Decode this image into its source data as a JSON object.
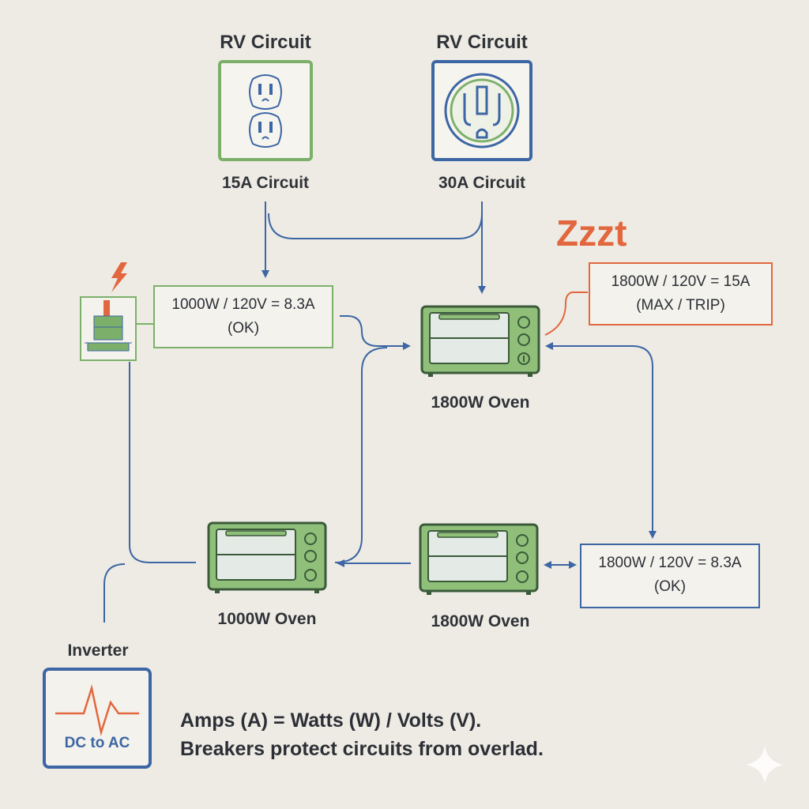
{
  "circuits": [
    {
      "heading": "RV Circuit",
      "caption": "15A Circuit",
      "color": "#7cb06a"
    },
    {
      "heading": "RV Circuit",
      "caption": "30A Circuit",
      "color": "#3c66a4"
    }
  ],
  "zzzt": "Zzzt",
  "calc_boxes": [
    {
      "line1": "1000W / 120V = 8.3A",
      "line2": "(OK)",
      "color": "#7cb06a"
    },
    {
      "line1": "1800W / 120V = 15A",
      "line2": "(MAX / TRIP)",
      "color": "#e2673e"
    },
    {
      "line1": "1800W / 120V = 8.3A",
      "line2": "(OK)",
      "color": "#3c66a4"
    }
  ],
  "ovens": [
    {
      "label": "1800W Oven"
    },
    {
      "label": "1000W Oven"
    },
    {
      "label": "1800W Oven"
    }
  ],
  "inverter": {
    "heading": "Inverter",
    "label": "DC to AC"
  },
  "formula": {
    "line1": "Amps (A) = Watts (W) / Volts (V).",
    "line2": "Breakers protect circuits from overlad."
  },
  "colors": {
    "green": "#7cb06a",
    "blue": "#3c66a4",
    "orange": "#e2673e",
    "oven_fill": "#8fbf79",
    "background": "#eeebe4"
  }
}
